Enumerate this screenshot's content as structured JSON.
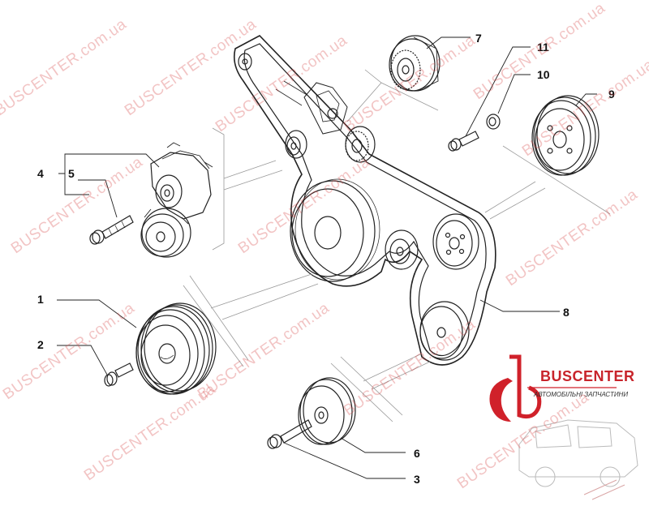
{
  "diagram": {
    "callouts": [
      {
        "id": "1",
        "label": "1"
      },
      {
        "id": "2",
        "label": "2"
      },
      {
        "id": "3",
        "label": "3"
      },
      {
        "id": "4",
        "label": "4"
      },
      {
        "id": "5",
        "label": "5"
      },
      {
        "id": "6",
        "label": "6"
      },
      {
        "id": "7",
        "label": "7"
      },
      {
        "id": "8",
        "label": "8"
      },
      {
        "id": "9",
        "label": "9"
      },
      {
        "id": "10",
        "label": "10"
      },
      {
        "id": "11",
        "label": "11"
      }
    ]
  },
  "watermark": {
    "text": "BUSCENTER.com.ua",
    "color": "#d64848"
  },
  "logo": {
    "brand": "BUSCENTER",
    "tagline": "АВТОМОБІЛЬНІ ЗАПЧАСТИНИ",
    "brand_color": "#c8242b",
    "tagline_color": "#333333"
  }
}
